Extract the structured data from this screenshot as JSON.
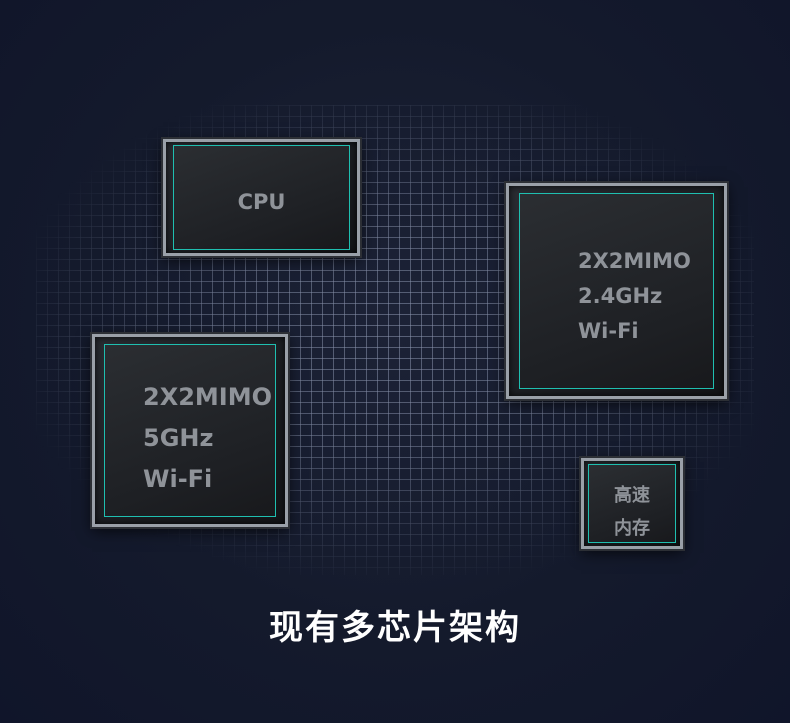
{
  "chips": {
    "cpu": {
      "label": "CPU"
    },
    "wifi_24": {
      "lines": [
        "2X2MIMO",
        "2.4GHz",
        "Wi-Fi"
      ]
    },
    "wifi_5": {
      "lines": [
        "2X2MIMO",
        "5GHz",
        "Wi-Fi"
      ]
    },
    "memory": {
      "lines": [
        "高速",
        "内存"
      ]
    }
  },
  "caption": "现有多芯片架构",
  "colors": {
    "background": "#12172a",
    "chip_outline": "#1fbfb0",
    "chip_text": "#8f9399",
    "caption_text": "#ffffff"
  }
}
